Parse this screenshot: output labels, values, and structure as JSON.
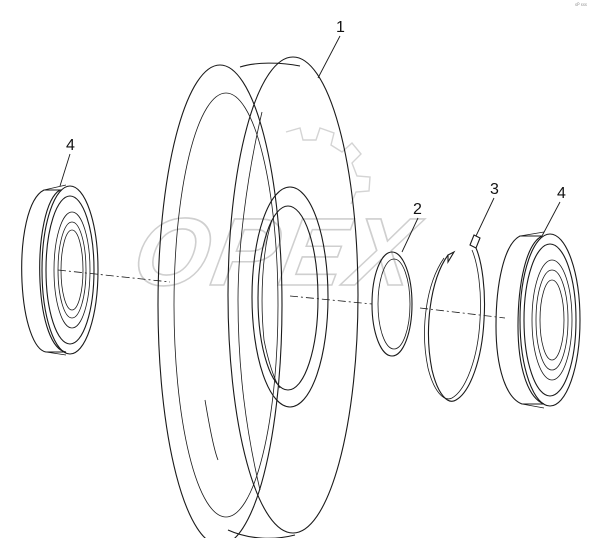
{
  "diagram": {
    "callouts": {
      "part_1": "1",
      "part_2": "2",
      "part_3": "3",
      "part_4_left": "4",
      "part_4_right": "4"
    },
    "watermark_text": "OPEX",
    "corner_mark": "sP sss"
  }
}
